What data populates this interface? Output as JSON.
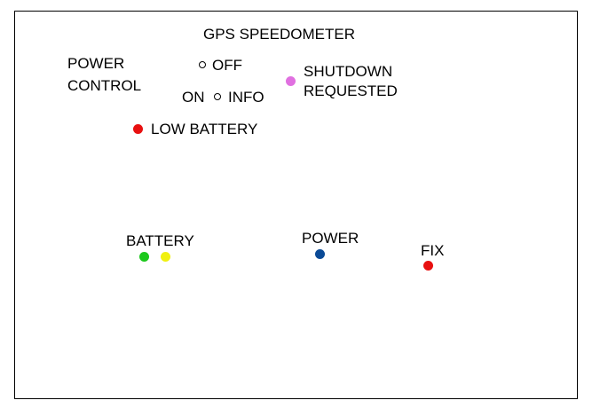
{
  "title": "GPS SPEEDOMETER",
  "power_control": {
    "label_line1": "POWER",
    "label_line2": "CONTROL",
    "off_label": "OFF",
    "on_label": "ON",
    "info_label": "INFO"
  },
  "shutdown": {
    "line1": "SHUTDOWN",
    "line2": "REQUESTED",
    "color": "#e070e0"
  },
  "low_battery": {
    "label": "LOW BATTERY",
    "color": "#e81010"
  },
  "battery": {
    "label": "BATTERY",
    "colors": [
      "#1cc81c",
      "#f0f010"
    ]
  },
  "power": {
    "label": "POWER",
    "color": "#0a4a96"
  },
  "fix": {
    "label": "FIX",
    "color": "#e81010"
  }
}
